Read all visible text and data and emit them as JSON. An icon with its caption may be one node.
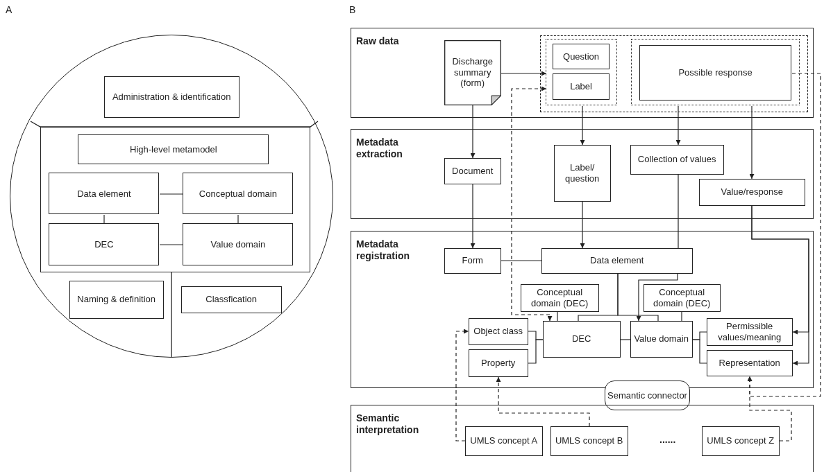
{
  "diagram": {
    "nodes": [
      {
        "text": [],
        "shape": "circle"
      },
      {
        "text": [
          "Administration & identification"
        ],
        "in": 0
      },
      {
        "text": [],
        "shape": "box",
        "in": 0
      },
      {
        "text": [
          "High-level metamodel"
        ],
        "in": 2
      },
      {
        "text": [
          "Data element"
        ],
        "in": 2
      },
      {
        "text": [
          "Conceptual domain"
        ],
        "in": 2
      },
      {
        "text": [
          "DEC"
        ],
        "in": 2
      },
      {
        "text": [
          "Value domain"
        ],
        "in": 2
      },
      {
        "text": [
          "Naming & definition"
        ],
        "in": 0
      },
      {
        "text": [
          "Classfication"
        ],
        "in": 0
      },
      {
        "text": [
          "Raw data"
        ]
      },
      {
        "text": [
          "Discharge summary (form)"
        ],
        "in": 10
      },
      {
        "text": [],
        "shape": "box",
        "in": 10
      },
      {
        "text": [],
        "shape": "box",
        "in": 12
      },
      {
        "text": [
          "Question"
        ],
        "in": 13
      },
      {
        "text": [
          "Label"
        ],
        "in": 13
      },
      {
        "text": [],
        "shape": "box",
        "in": 12
      },
      {
        "text": [
          "Possible response"
        ],
        "in": 16
      },
      {
        "text": [
          "Metadata extraction"
        ]
      },
      {
        "text": [
          "Document"
        ],
        "in": 18
      },
      {
        "text": [
          "Label/ question"
        ],
        "in": 18
      },
      {
        "text": [
          "Collection of values"
        ],
        "in": 18
      },
      {
        "text": [
          "Value/response"
        ],
        "in": 18
      },
      {
        "text": [
          "Metadata registration"
        ]
      },
      {
        "text": [
          "Form"
        ],
        "in": 23
      },
      {
        "text": [
          "Data element"
        ],
        "in": 23
      },
      {
        "text": [
          "Conceptual domain (DEC)"
        ],
        "in": 23
      },
      {
        "text": [
          "Conceptual domain (DEC)"
        ],
        "in": 23
      },
      {
        "text": [
          "Object class"
        ],
        "in": 23
      },
      {
        "text": [
          "Property"
        ],
        "in": 23
      },
      {
        "text": [
          "DEC"
        ],
        "in": 23
      },
      {
        "text": [
          "Value domain"
        ],
        "in": 23
      },
      {
        "text": [
          "Permissible values/meaning"
        ],
        "in": 23
      },
      {
        "text": [
          "Representation"
        ],
        "in": 23
      },
      {
        "text": [
          "Semantic connector"
        ]
      },
      {
        "text": [
          "Semantic interpretation"
        ]
      },
      {
        "text": [
          "UMLS concept A"
        ],
        "in": 35
      },
      {
        "text": [
          "UMLS concept B"
        ],
        "in": 35
      },
      {
        "text": [
          "UMLS concept Z"
        ],
        "in": 35
      }
    ],
    "edges": [
      {
        "from": 4,
        "to": 5,
        "arrow": "none"
      },
      {
        "from": 4,
        "to": 6,
        "arrow": "none"
      },
      {
        "from": 5,
        "to": 7,
        "arrow": "none"
      },
      {
        "from": 6,
        "to": 7,
        "arrow": "none"
      },
      {
        "from": 11,
        "to": 13,
        "arrow": "to"
      },
      {
        "from": 11,
        "to": 19,
        "arrow": "to"
      },
      {
        "from": 30,
        "to": 13,
        "arrow": "both",
        "style": "dashed"
      },
      {
        "from": 13,
        "to": 20,
        "arrow": "to"
      },
      {
        "from": 16,
        "to": 21,
        "arrow": "to"
      },
      {
        "from": 16,
        "to": 22,
        "arrow": "to"
      },
      {
        "from": 17,
        "to": 33,
        "arrow": "to",
        "style": "dashed"
      },
      {
        "from": 19,
        "to": 24,
        "arrow": "to"
      },
      {
        "from": 20,
        "to": 25,
        "arrow": "to"
      },
      {
        "from": 21,
        "to": 25,
        "arrow": "none"
      },
      {
        "from": 25,
        "to": 31,
        "arrow": "to"
      },
      {
        "from": 22,
        "to": 32,
        "arrow": "to"
      },
      {
        "from": 22,
        "to": 33,
        "arrow": "to"
      },
      {
        "from": 24,
        "to": 25,
        "arrow": "none"
      },
      {
        "from": 25,
        "to": 30,
        "arrow": "none"
      },
      {
        "from": 25,
        "to": 31,
        "arrow": "none"
      },
      {
        "from": 26,
        "to": 30,
        "arrow": "none"
      },
      {
        "from": 27,
        "to": 31,
        "arrow": "none"
      },
      {
        "from": 28,
        "to": 30,
        "arrow": "none"
      },
      {
        "from": 29,
        "to": 30,
        "arrow": "none"
      },
      {
        "from": 30,
        "to": 31,
        "arrow": "none"
      },
      {
        "from": 31,
        "to": 32,
        "arrow": "none"
      },
      {
        "from": 31,
        "to": 33,
        "arrow": "none"
      },
      {
        "from": 36,
        "to": 28,
        "arrow": "to",
        "style": "dashed"
      },
      {
        "from": 37,
        "to": 29,
        "arrow": "to",
        "style": "dashed"
      },
      {
        "from": 38,
        "to": 33,
        "arrow": "to",
        "style": "dashed"
      }
    ],
    "labels": [
      "A",
      "B",
      "......"
    ]
  }
}
